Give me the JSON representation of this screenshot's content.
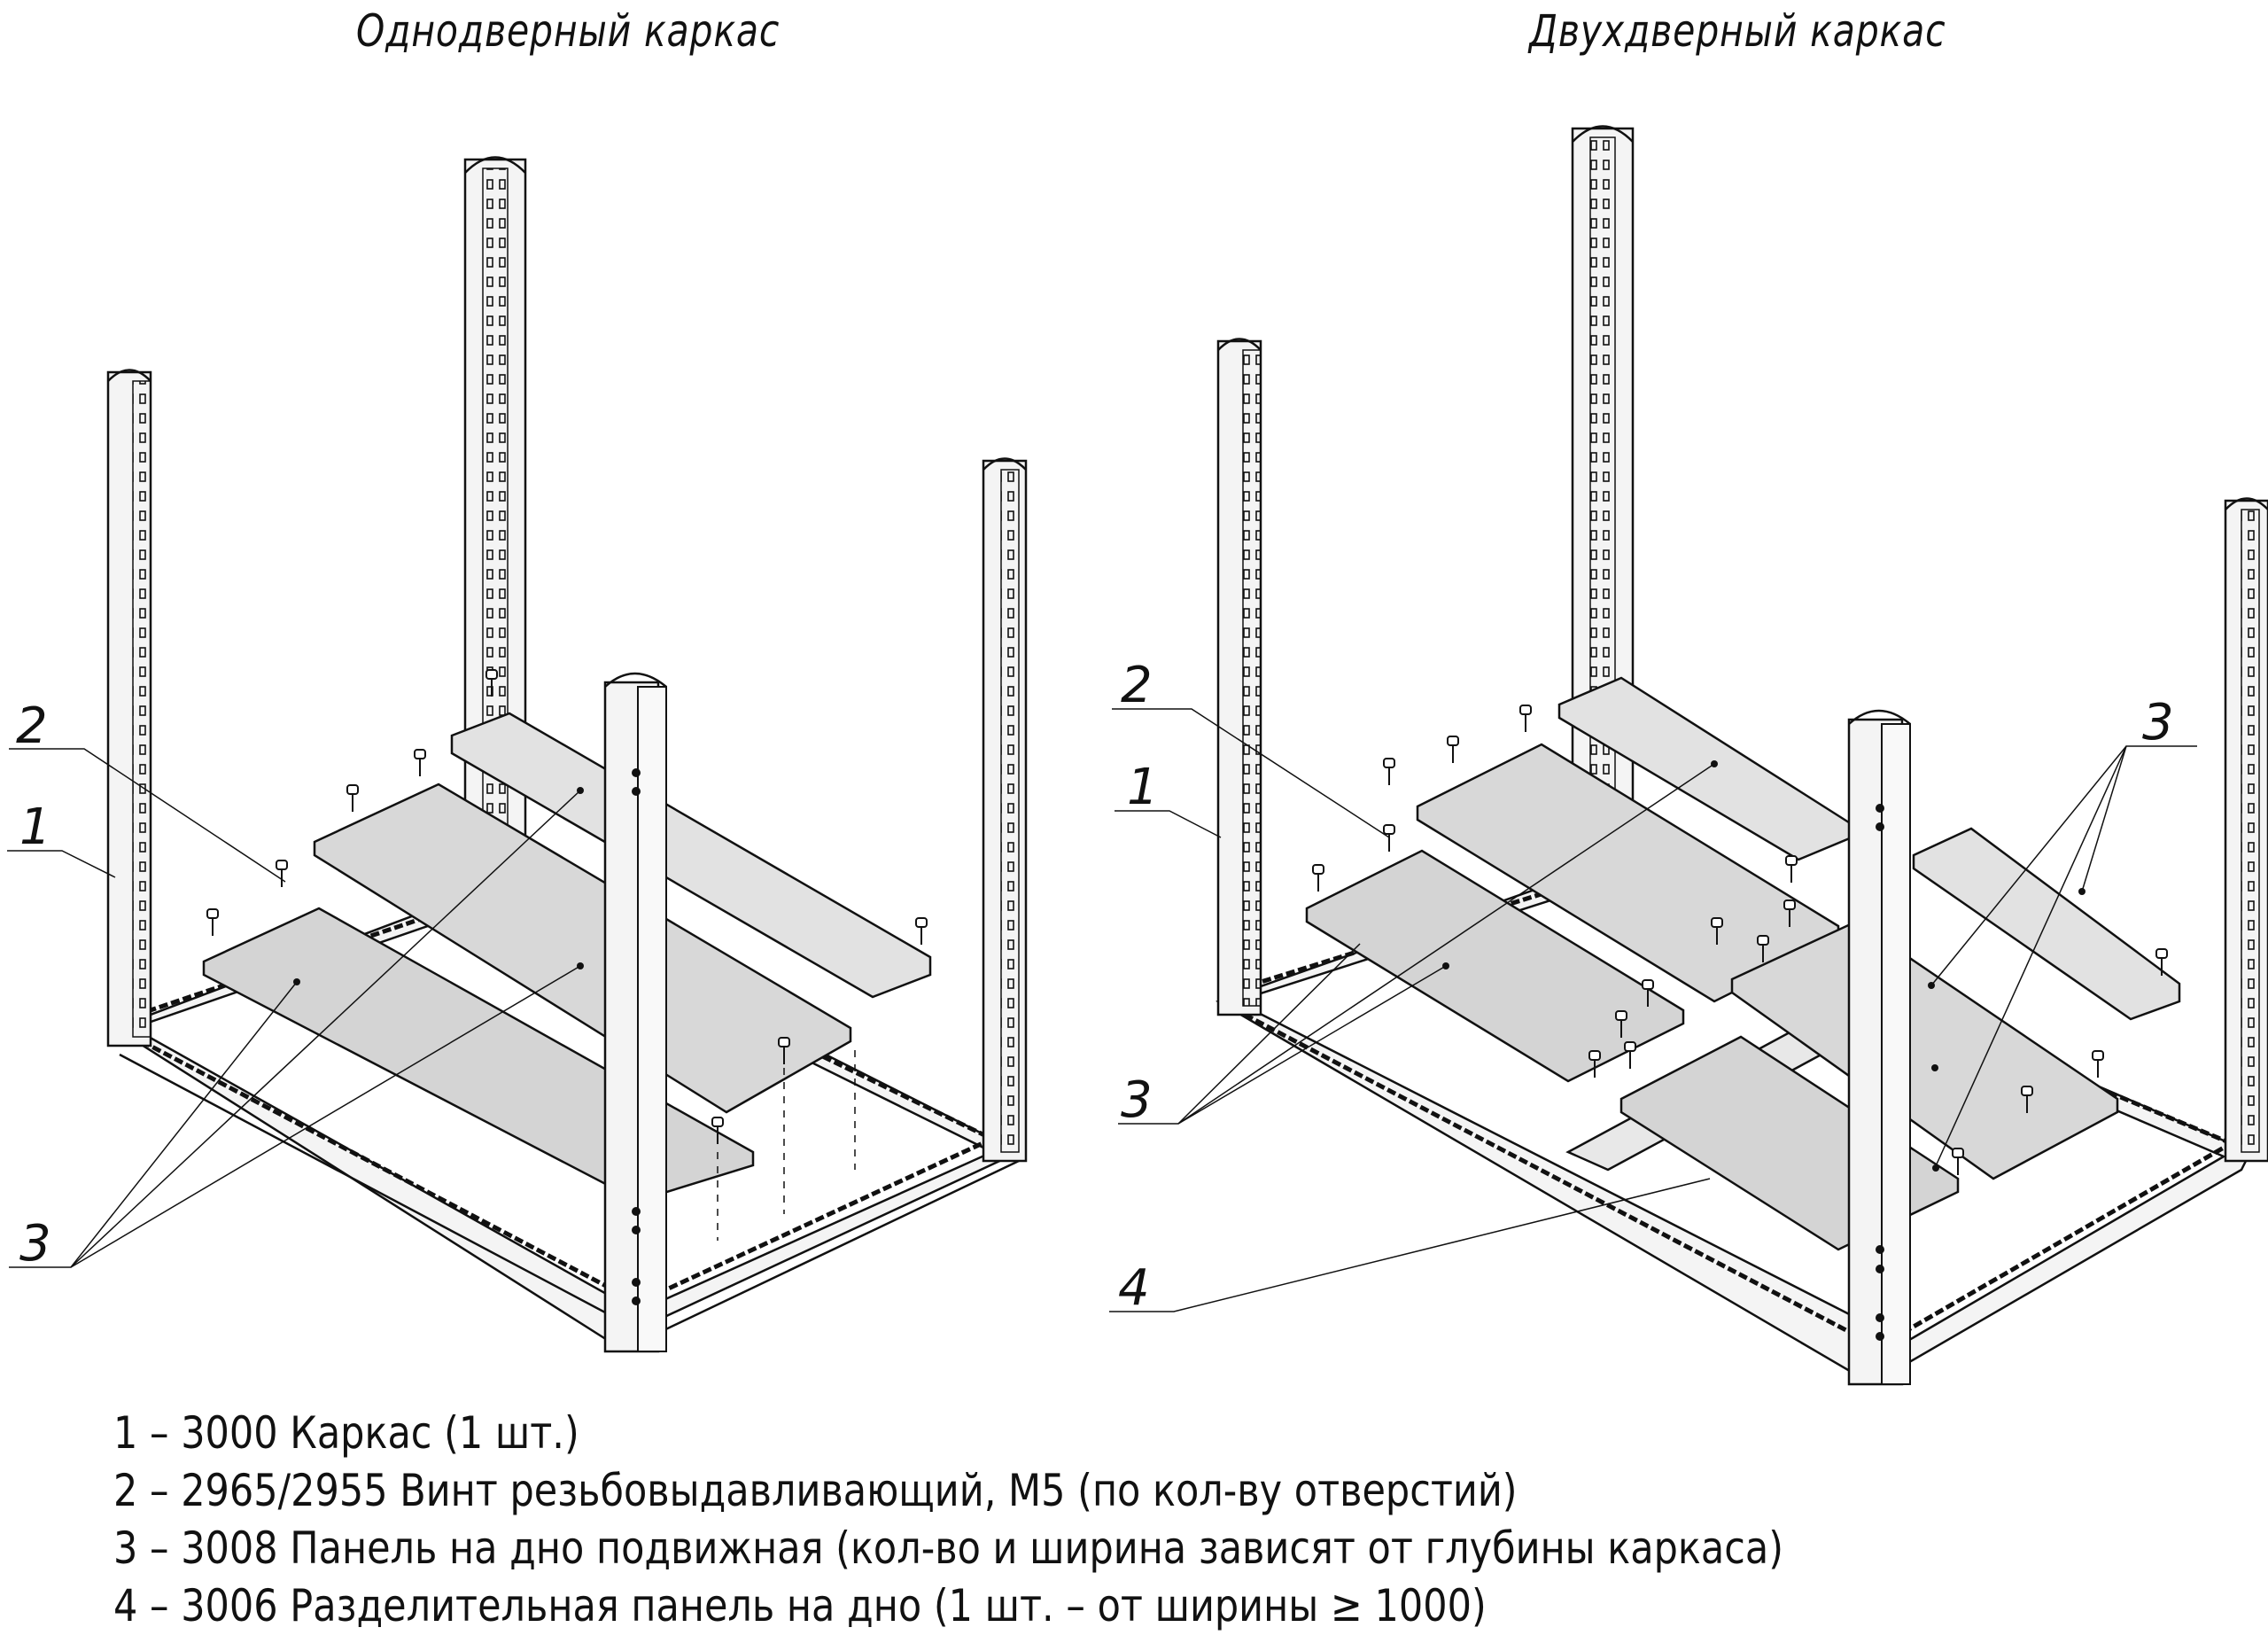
{
  "titles": {
    "left": "Однодверный каркас",
    "right": "Двухдверный каркас"
  },
  "callouts": {
    "left": {
      "screw": "2",
      "frame": "1",
      "panels": "3"
    },
    "right": {
      "screw": "2",
      "frame": "1",
      "panels_left": "3",
      "panels_right": "3",
      "divider": "4"
    }
  },
  "legend": [
    "1 – 3000 Каркас (1 шт.)",
    "2 – 2965/2955 Винт резьбовыдавливающий, M5 (по кол-ву отверстий)",
    "3 – 3008 Панель на дно подвижная (кол-во и ширина зависят от глубины каркаса)",
    "4 – 3006 Разделительная панель на дно (1 шт. – от ширины ≥ 1000)"
  ],
  "colors": {
    "line": "#111111",
    "panel_fill": "#d4d4d4",
    "panel_fill_light": "#e2e2e2",
    "frame_fill": "#f4f4f4"
  }
}
